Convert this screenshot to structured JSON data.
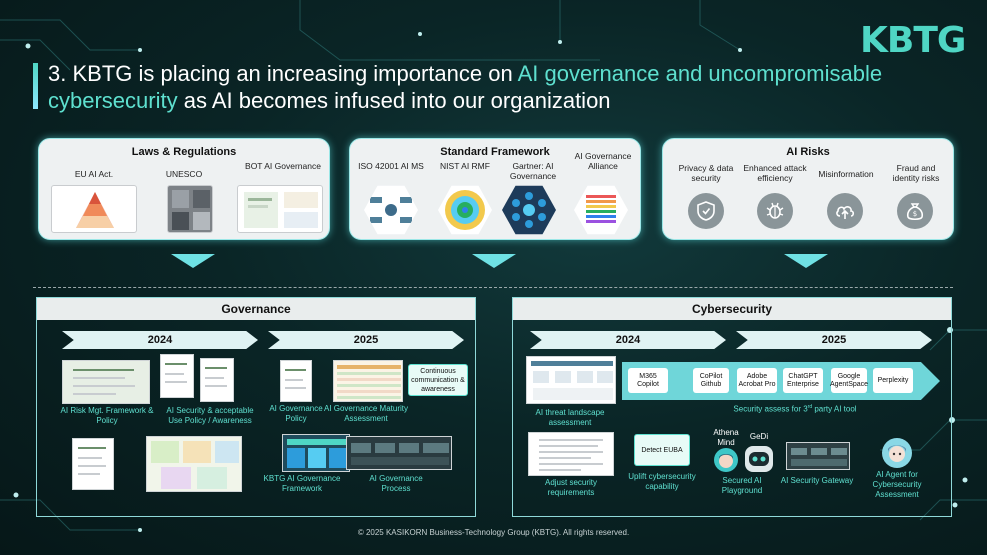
{
  "brand": {
    "logo": "KBTG",
    "accent": "#5ee0cf"
  },
  "title": {
    "number": "3.",
    "part1": "KBTG is placing an increasing importance on",
    "highlight1": "AI governance and uncompromisable cybersecurity",
    "part2": "as AI becomes infused into our organization"
  },
  "laws": {
    "title": "Laws & Regulations",
    "items": [
      "EU AI Act.",
      "UNESCO",
      "BOT AI Governance"
    ]
  },
  "framework": {
    "title": "Standard Framework",
    "items": [
      "ISO 42001 AI MS",
      "NIST AI RMF",
      "Gartner: AI Governance",
      "AI Governance Alliance"
    ]
  },
  "risks": {
    "title": "AI Risks",
    "items": [
      {
        "label": "Privacy & data security",
        "icon": "shield-icon"
      },
      {
        "label": "Enhanced attack efficiency",
        "icon": "bug-icon"
      },
      {
        "label": "Misinformation",
        "icon": "cloud-upload-icon"
      },
      {
        "label": "Fraud and identity risks",
        "icon": "money-bag-icon"
      }
    ]
  },
  "governance": {
    "title": "Governance",
    "year1": "2024",
    "year2": "2025",
    "cap1": "AI Risk Mgt. Framework & Policy",
    "cap2": "AI Security & acceptable Use Policy / Awareness",
    "cap3": "AI Governance Policy",
    "cap4": "AI Governance Maturity Assessment",
    "cap5": "KBTG AI Governance Framework",
    "cap6": "AI Governance Process",
    "continuous": "Continuous communication & awareness"
  },
  "cyber": {
    "title": "Cybersecurity",
    "year1": "2024",
    "year2": "2025",
    "tools": [
      "M365 Copilot",
      "CoPilot Github",
      "Adobe Acrobat Pro",
      "ChatGPT Enterprise",
      "Google AgentSpace",
      "Perplexity"
    ],
    "assess_prefix": "Security assess for 3",
    "assess_sup": "rd",
    "assess_suffix": " party AI tool",
    "cap1": "AI threat landscape assessment",
    "cap2": "Adjust security requirements",
    "euba": "Detect EUBA",
    "cap3": "Uplift cybersecurity capability",
    "athena": "Athena Mind",
    "gedi": "GeDi",
    "cap4": "Secured AI Playground",
    "cap5": "AI Security Gateway",
    "cap6": "AI Agent for Cybersecurity Assessment"
  },
  "footer": "© 2025 KASIKORN Business-Technology Group (KBTG). All rights reserved."
}
